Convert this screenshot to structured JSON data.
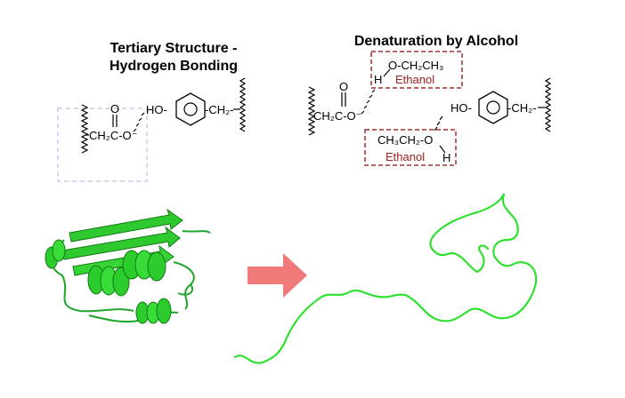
{
  "left_panel": {
    "title_line1": "Tertiary Structure -",
    "title_line2": "Hydrogen Bonding",
    "labels": {
      "carbonyl_O": "O",
      "chain": "CH₂C-O⁻",
      "hydroxyl": "HO-",
      "ch2": "-CH₂-"
    }
  },
  "right_panel": {
    "title": "Denaturation  by Alcohol",
    "labels": {
      "carbonyl_O": "O",
      "chain": "CH₂C-O⁻",
      "h_top": "H",
      "ethanol_top_formula": "O-CH₂CH₃",
      "ethanol_top_name": "Ethanol",
      "hydroxyl": "HO-",
      "ch2": "-CH₂-",
      "ethanol_bottom_formula": "CH₃CH₂-O",
      "ethanol_bottom_name": "Ethanol",
      "h_bottom": "H"
    }
  },
  "colors": {
    "protein": "#27d42a",
    "protein_dark": "#168a18",
    "arrow": "#f07a7a",
    "ethanol_text": "#a02020",
    "ethanol_box": "#a03030",
    "faded_box": "#c9c9ee"
  }
}
